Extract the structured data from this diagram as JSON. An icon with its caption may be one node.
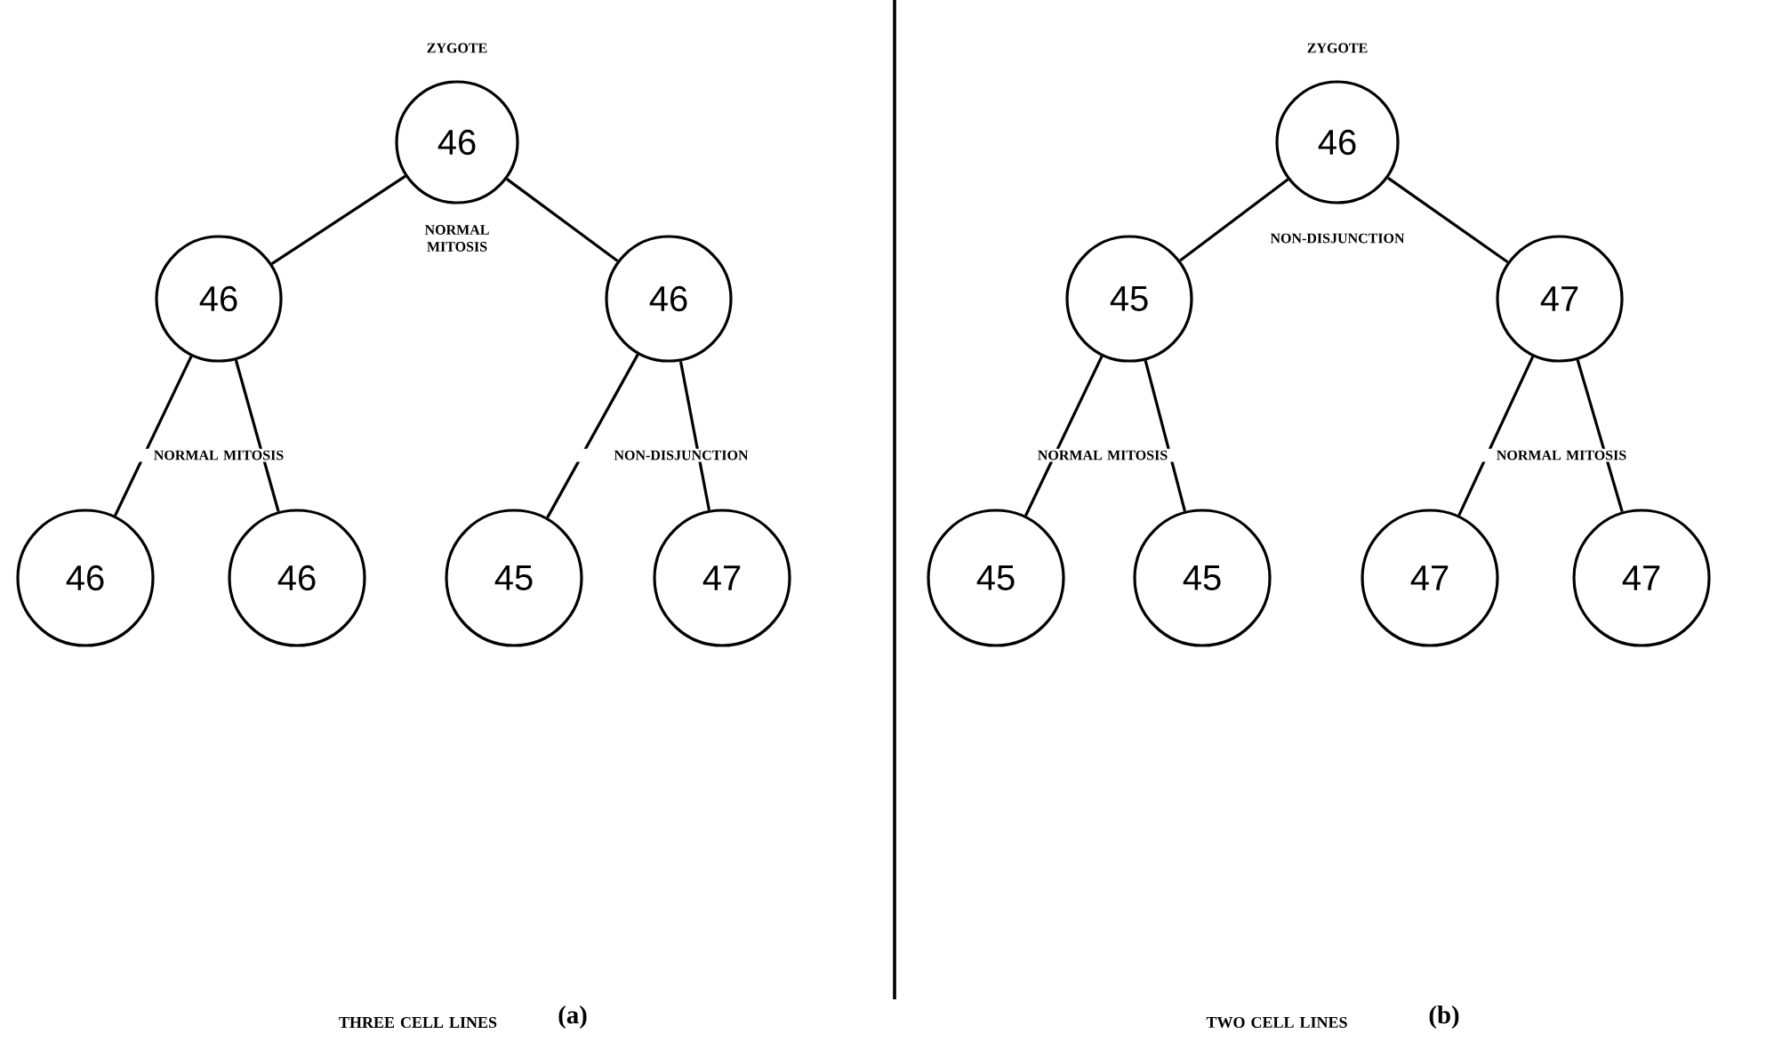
{
  "diagram": {
    "nodes": [
      {
        "text": [
          "ZYGOTE",
          "46"
        ]
      },
      {
        "text": [
          "46"
        ]
      },
      {
        "text": [
          "46"
        ]
      },
      {
        "text": [
          "46"
        ]
      },
      {
        "text": [
          "46"
        ]
      },
      {
        "text": [
          "45"
        ]
      },
      {
        "text": [
          "47"
        ]
      },
      {
        "text": [
          "ZYGOTE",
          "46"
        ]
      },
      {
        "text": [
          "45"
        ]
      },
      {
        "text": [
          "47"
        ]
      },
      {
        "text": [
          "45"
        ]
      },
      {
        "text": [
          "45"
        ]
      },
      {
        "text": [
          "47"
        ]
      },
      {
        "text": [
          "47"
        ]
      }
    ],
    "edges": [
      {
        "from": 0,
        "to": 1,
        "arrow": "none"
      },
      {
        "from": 0,
        "to": 2,
        "arrow": "none"
      },
      {
        "from": 1,
        "to": 3,
        "arrow": "none"
      },
      {
        "from": 1,
        "to": 4,
        "arrow": "none"
      },
      {
        "from": 2,
        "to": 5,
        "arrow": "none"
      },
      {
        "from": 2,
        "to": 6,
        "arrow": "none"
      },
      {
        "from": 7,
        "to": 8,
        "arrow": "none"
      },
      {
        "from": 7,
        "to": 9,
        "arrow": "none"
      },
      {
        "from": 8,
        "to": 10,
        "arrow": "none"
      },
      {
        "from": 8,
        "to": 11,
        "arrow": "none"
      },
      {
        "from": 9,
        "to": 12,
        "arrow": "none"
      },
      {
        "from": 9,
        "to": 13,
        "arrow": "none"
      }
    ],
    "labels": [
      "NORMAL MITOSIS",
      "NON-DISJUNCTION",
      "NORMAL MITOSIS",
      "NON-DISJUNCTION",
      "NORMAL MITOSIS",
      "NORMAL MITOSIS",
      "THREE CELL LINES",
      "(a)",
      "TWO CELL LINES",
      "(b)"
    ]
  }
}
